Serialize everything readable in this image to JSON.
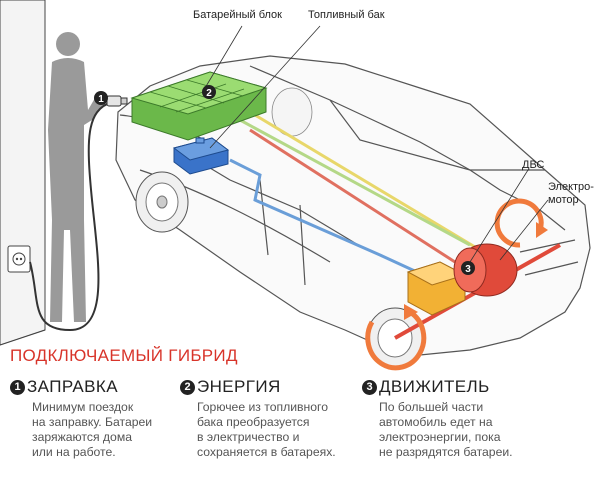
{
  "labels": {
    "battery": "Батарейный блок",
    "fuel_tank": "Топливный бак",
    "engine": "ДВС",
    "motor_line1": "Электро-",
    "motor_line2": "мотор"
  },
  "markers": {
    "plug": "1",
    "battery": "2",
    "engine": "3"
  },
  "title": "ПОДКЛЮЧАЕМЫЙ ГИБРИД",
  "steps": [
    {
      "num": "1",
      "title": "ЗАПРАВКА",
      "text": "Минимум поездок\nна заправку. Батареи\nзаряжаются дома\nили на работе."
    },
    {
      "num": "2",
      "title": "ЭНЕРГИЯ",
      "text": "Горючее из топливного\nбака преобразуется\nв электричество и\nсохраняется в батареях."
    },
    {
      "num": "3",
      "title": "ДВИЖИТЕЛЬ",
      "text": "По большей части\nавтомобиль едет на\nэлектроэнергии, пока\nне разрядятся батареи."
    }
  ],
  "colors": {
    "accent": "#d8342a",
    "battery": "#8fd36a",
    "fuel_tank": "#3a73c9",
    "engine": "#f2b134",
    "motor": "#e04a3a",
    "arrows": "#f07a3c"
  }
}
